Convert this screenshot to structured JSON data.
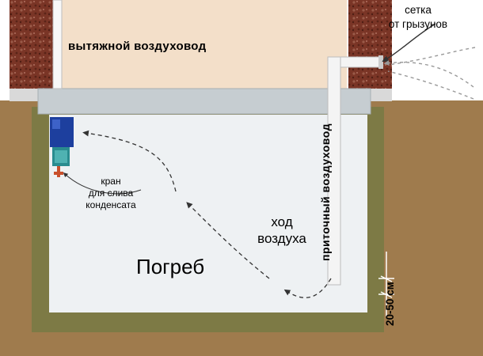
{
  "labels": {
    "exhaust_duct": "вытяжной воздуховод",
    "rodent_mesh_line1": "сетка",
    "rodent_mesh_line2": "от грызунов",
    "drain_tap_line1": "кран",
    "drain_tap_line2": "для слива",
    "drain_tap_line3": "конденсата",
    "air_flow_line1": "ход",
    "air_flow_line2": "воздуха",
    "cellar": "Погреб",
    "supply_duct": "приточный воздуховод",
    "gap_to_floor": "20-50 см"
  },
  "colors": {
    "soil": "#9f7b4d",
    "cellar_interior": "#eef1f3",
    "floor_slab": "#c6cdd1",
    "brick": "#7a3526",
    "duct": "#f4f4f4",
    "house_interior": "#f3dfc9",
    "fan_unit": "#1d3f9e",
    "air_arrow": "#333333"
  }
}
